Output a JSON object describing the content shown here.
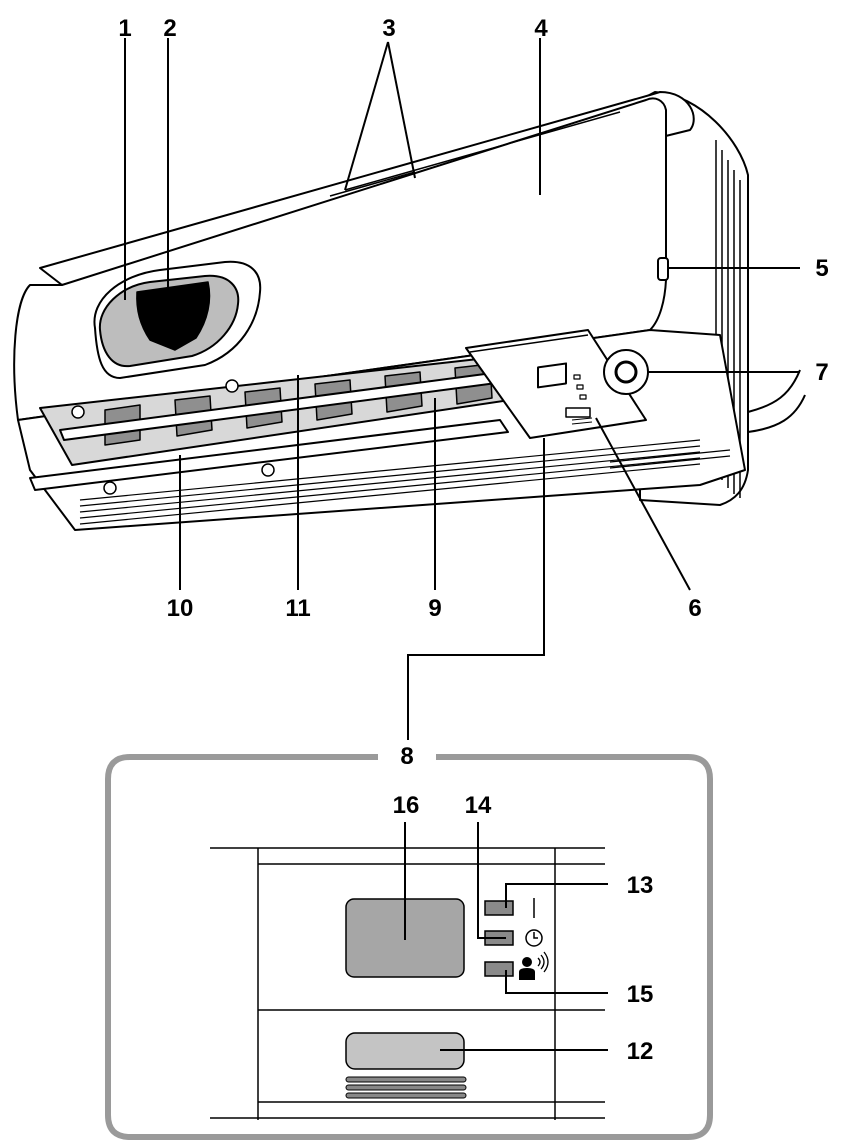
{
  "colors": {
    "outline": "#000000",
    "unit_fill": "#ffffff",
    "panel_frame": "#9a9a9a",
    "display_gray": "#a6a6a6",
    "receiver_gray": "#c4c4c4",
    "lamp_gray": "#8a8a8a",
    "vent_gray": "#888888"
  },
  "icons": {
    "timer_lamp": "clock-icon",
    "intelligent_eye_lamp": "person-sensor-icon",
    "operation_lamp": "vertical-bar-icon"
  },
  "callouts": {
    "c1": "1",
    "c2": "2",
    "c3": "3",
    "c4": "4",
    "c5": "5",
    "c6": "6",
    "c7": "7",
    "c8": "8",
    "c9": "9",
    "c10": "10",
    "c11": "11",
    "c12": "12",
    "c13": "13",
    "c14": "14",
    "c15": "15",
    "c16": "16"
  }
}
